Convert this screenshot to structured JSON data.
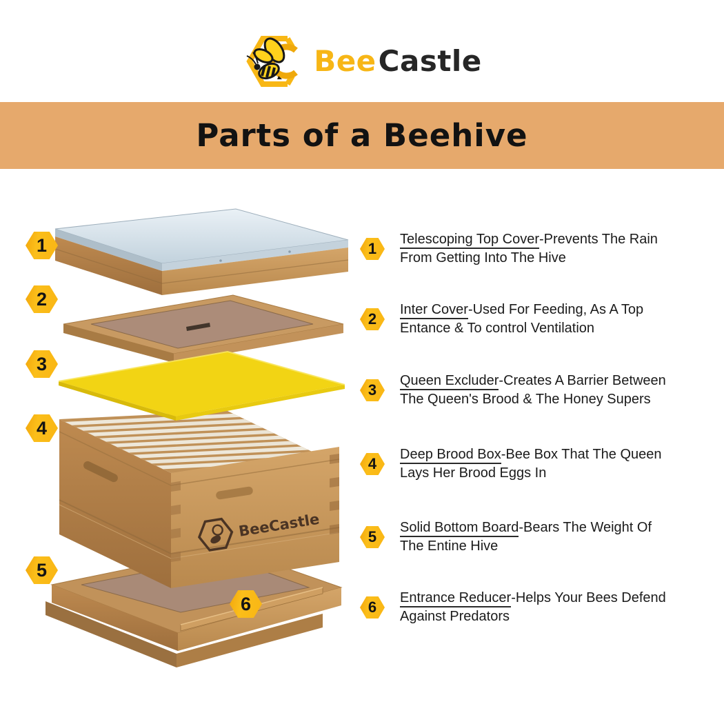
{
  "brand": {
    "first": "Bee",
    "second": "Castle"
  },
  "banner": {
    "title": "Parts of a Beehive"
  },
  "stamp": "BeeCastle",
  "colors": {
    "banner_bg": "#E6A96C",
    "badge_yellow": "#F9B614",
    "brand_yellow": "#F7B616",
    "excluder_yellow": "#F2D414",
    "metal_cover": "#D9E4EC",
    "wood_light": "#D4A569",
    "wood_dark": "#A0713E"
  },
  "parts": [
    {
      "num": "1",
      "name": "Telescoping Top Cover",
      "line1_rest": "-Prevents The Rain",
      "line2": "From Getting Into The Hive"
    },
    {
      "num": "2",
      "name": "Inter Cover",
      "line1_rest": "-Used For Feeding, As A Top",
      "line2": "Entance & To control Ventilation"
    },
    {
      "num": "3",
      "name": "Queen Excluder",
      "line1_rest": "-Creates A Barrier Between",
      "line2": "The Queen's Brood & The Honey Supers"
    },
    {
      "num": "4",
      "name": "Deep Brood Box",
      "line1_rest": "-Bee Box That The Queen",
      "line2": "Lays Her Brood Eggs In"
    },
    {
      "num": "5",
      "name": "Solid Bottom Board",
      "line1_rest": "-Bears The Weight Of",
      "line2": "The Entine Hive"
    },
    {
      "num": "6",
      "name": "Entrance Reducer",
      "line1_rest": "-Helps Your Bees Defend",
      "line2": "Against Predators"
    }
  ]
}
